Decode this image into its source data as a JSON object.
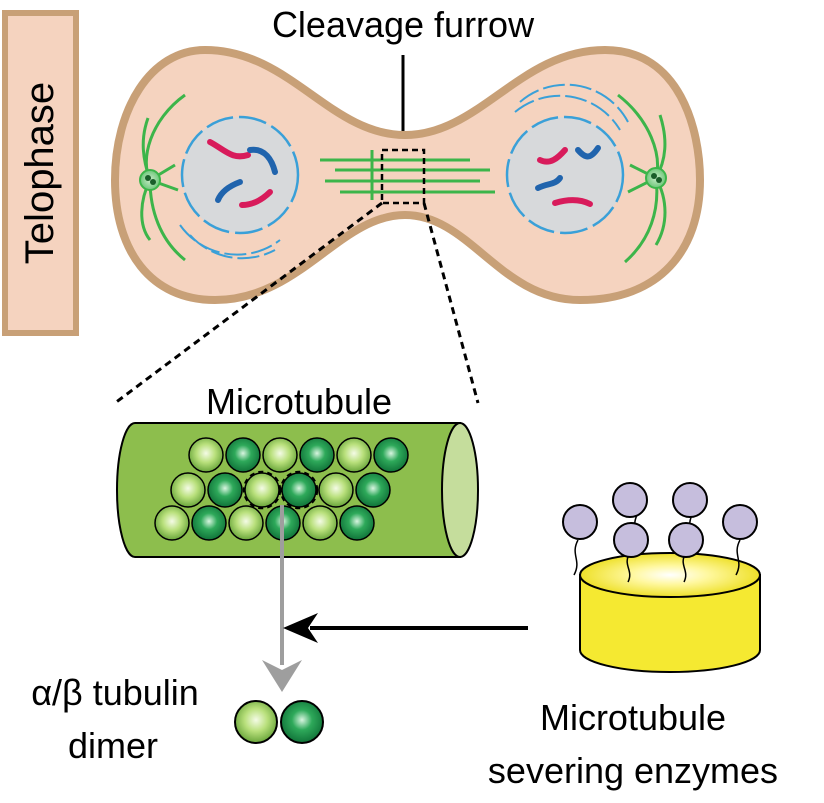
{
  "labels": {
    "phase": "Telophase",
    "furrow": "Cleavage furrow",
    "microtubule": "Microtubule",
    "dimer_line1": "α/β tubulin",
    "dimer_line2": "dimer",
    "enzyme_line1": "Microtubule",
    "enzyme_line2": "severing enzymes"
  },
  "colors": {
    "cell_fill": "#f5d3bf",
    "cell_outline": "#c8a077",
    "phase_box_fill": "#f5d3bf",
    "phase_box_stroke": "#c8a077",
    "nucleus_fill": "#d7d9db",
    "nuclear_envelope": "#3aa0d8",
    "spindle_fibers": "#3cb54a",
    "chromosome_red": "#d81b5b",
    "chromosome_blue": "#2064ad",
    "microtubule_body": "#8dbe4d",
    "microtubule_end": "#c5dd9c",
    "tubulin_alpha": "#a6d96a",
    "tubulin_beta": "#1a9850",
    "enzyme_ring": "#f5e931",
    "enzyme_heads": "#c6bedd",
    "arrow_gray": "#9e9e9e",
    "arrow_black": "#000000"
  }
}
